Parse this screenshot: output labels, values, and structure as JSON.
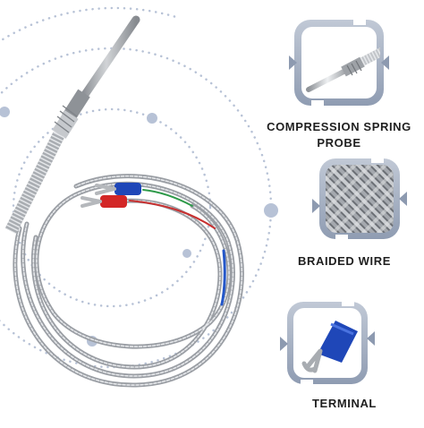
{
  "features": [
    {
      "label": "COMPRESSION SPRING PROBE",
      "icon": "compression-spring-probe-icon"
    },
    {
      "label": "BRAIDED WIRE",
      "icon": "braided-wire-icon"
    },
    {
      "label": "TERMINAL",
      "icon": "terminal-icon"
    }
  ],
  "colors": {
    "frame": "#a9b4c6",
    "frame_dark": "#8d9ab0",
    "dots": "#b7c2d6",
    "steel": "#b9bcc0",
    "terminal_blue": "#1f47b8",
    "terminal_red": "#d32626"
  }
}
